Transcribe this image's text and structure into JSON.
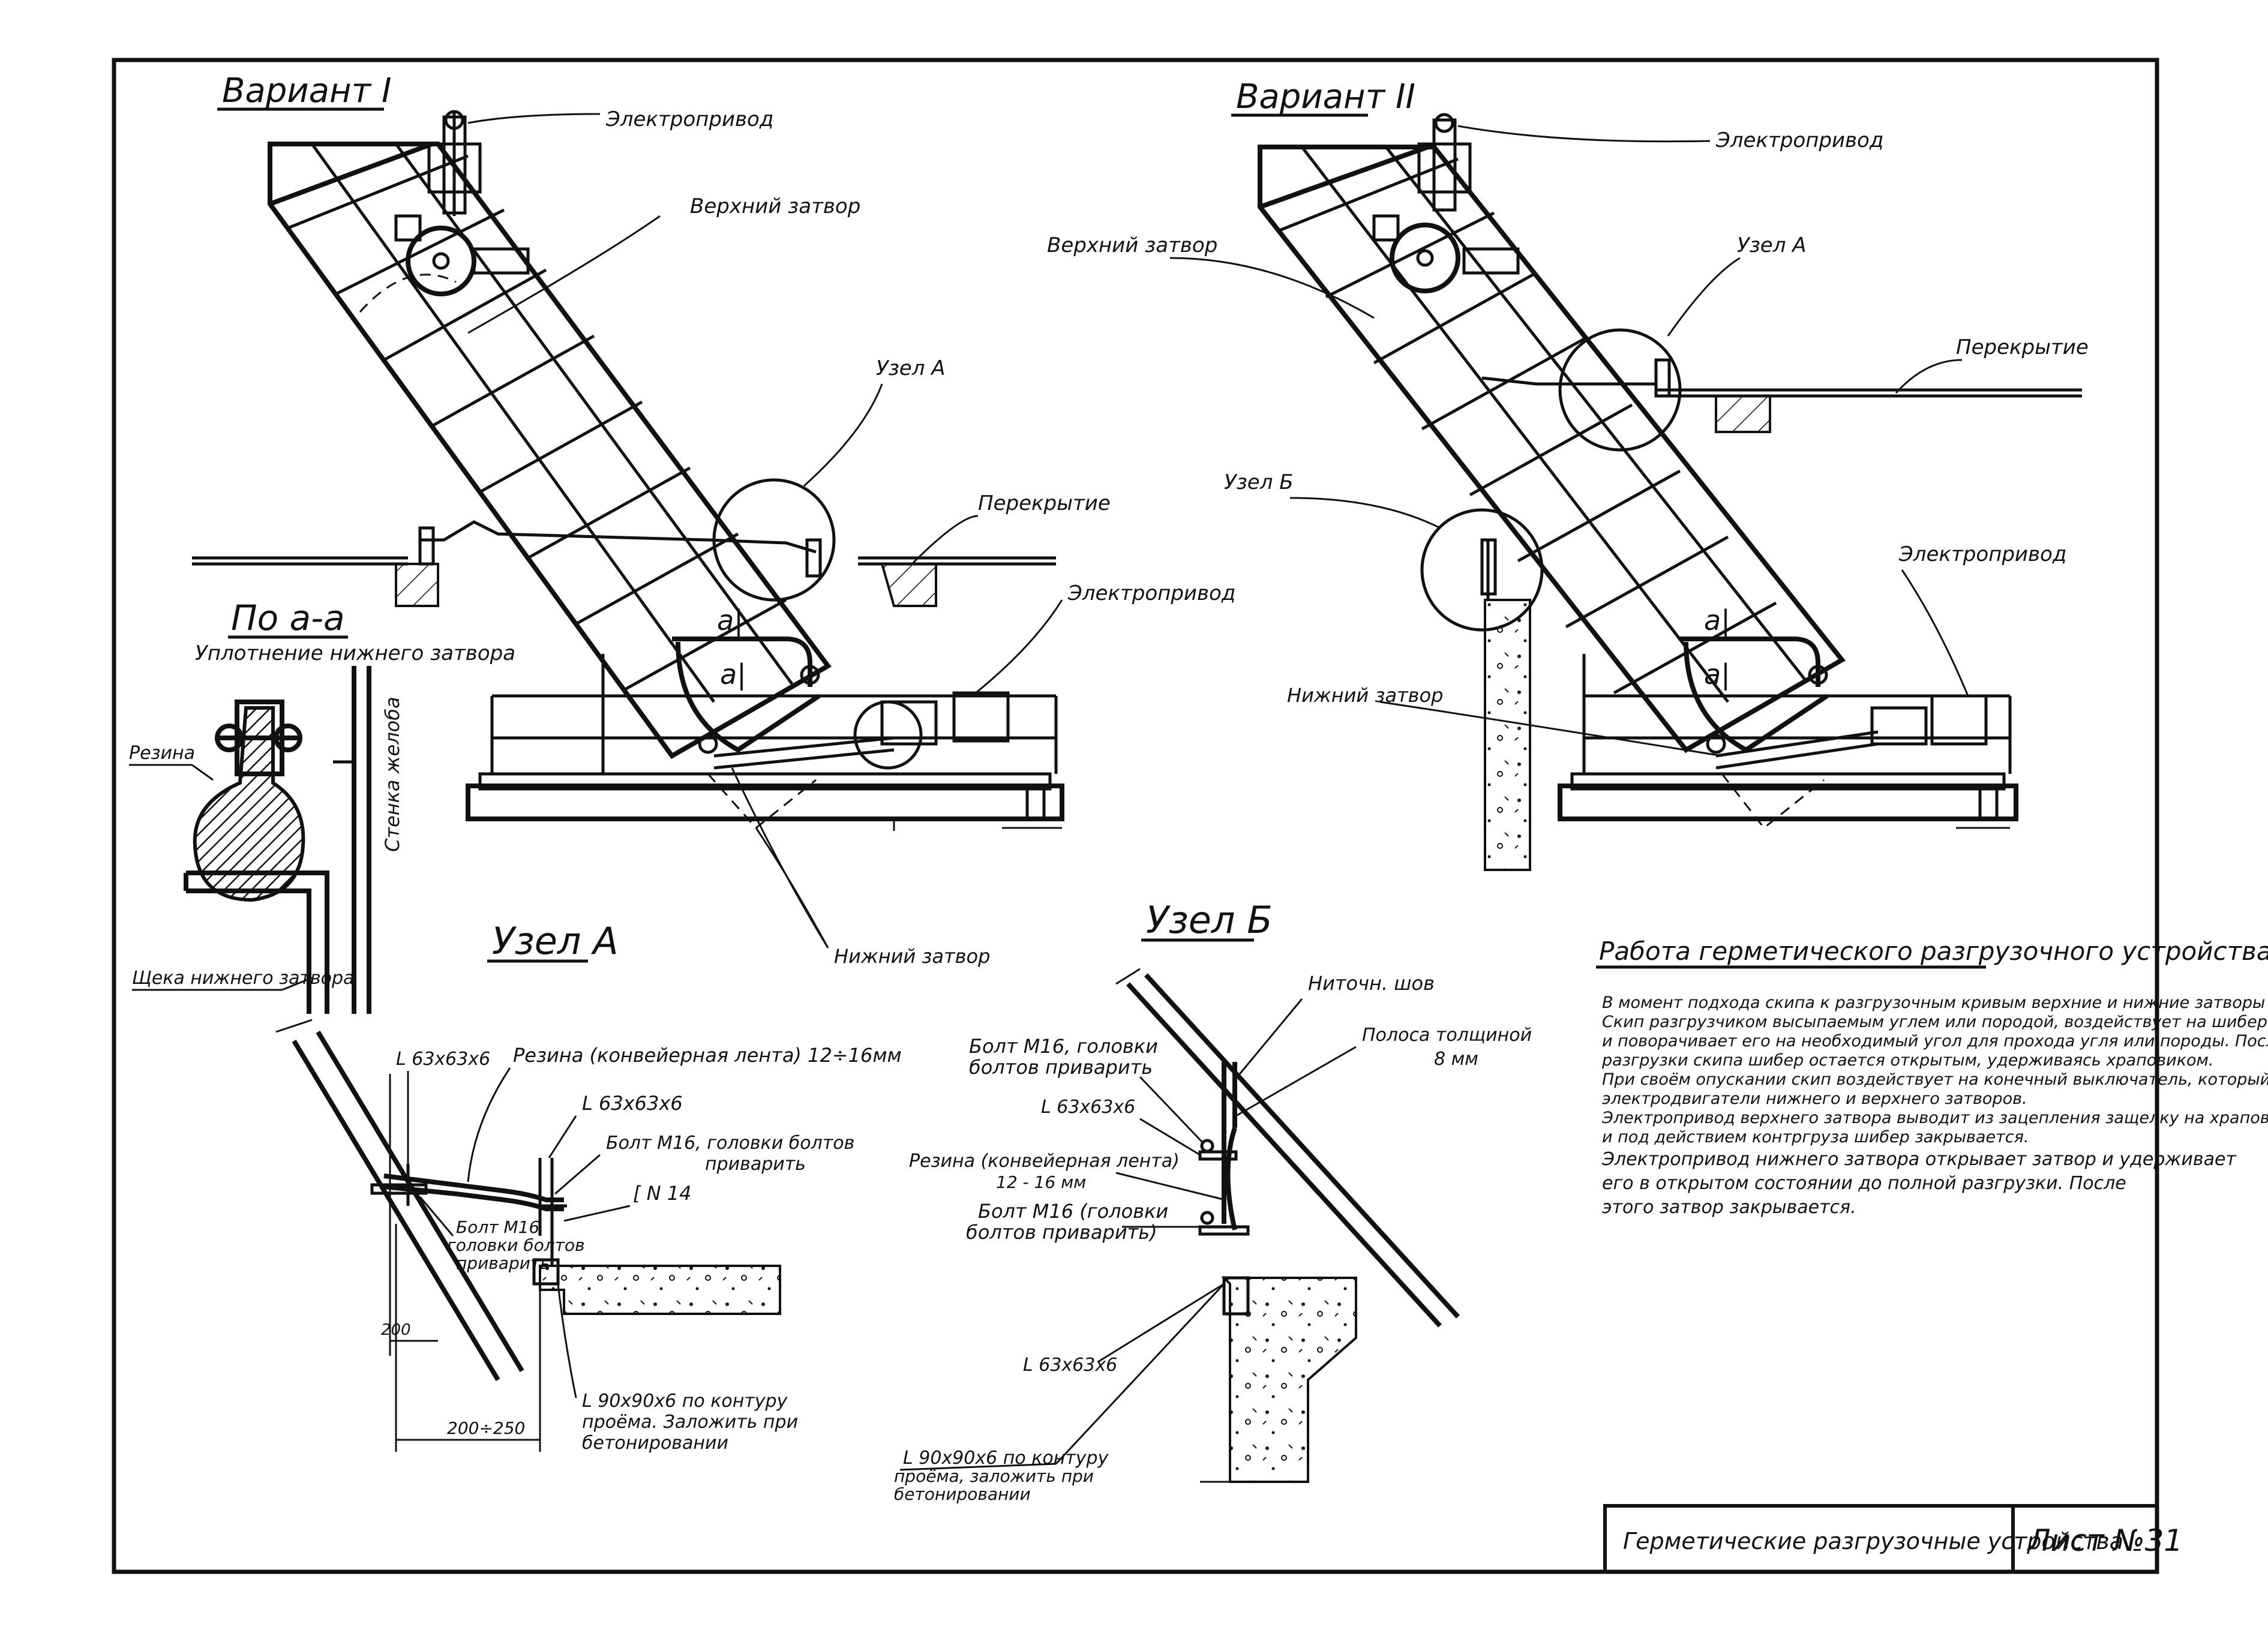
{
  "sheet": {
    "stamp_title": "Герметические разгрузочные устройства",
    "sheet_label": "Лист №31"
  },
  "variant1": {
    "title": "Вариант I",
    "callouts": {
      "drive_top": "Электропривод",
      "upper_gate": "Верхний затвор",
      "node_a": "Узел А",
      "floor": "Перекрытие",
      "drive_bottom": "Электропривод",
      "lower_gate": "Нижний затвор",
      "mark_a1_upper": "a|",
      "mark_a1_lower": "a|"
    }
  },
  "variant2": {
    "title": "Вариант II",
    "callouts": {
      "drive_top": "Электропривод",
      "upper_gate": "Верхний затвор",
      "node_a": "Узел А",
      "floor": "Перекрытие",
      "node_b": "Узел Б",
      "drive_bottom": "Электропривод",
      "lower_gate": "Нижний затвор",
      "mark_a1_upper": "a|",
      "mark_a1_lower": "a|"
    }
  },
  "section_aa": {
    "title": "По а-а",
    "subtitle": "Уплотнение нижнего затвора",
    "rubber": "Резина",
    "chute_wall": "Стенка желоба",
    "gate_cheek": "Щека нижнего затвора"
  },
  "node_a": {
    "title": "Узел А",
    "angle_1": "L 63х63х6",
    "rubber_note": "Резина (конвейерная лента) 12÷16мм",
    "angle_2": "L 63х63х6",
    "bolt_note_1_line1": "Болт М16, головки болтов",
    "bolt_note_1_line2": "приварить",
    "channel": "[ N 14",
    "bolt_note_2_line1": "Болт М16",
    "bolt_note_2_line2": "головки болтов",
    "bolt_note_2_line3": "приварить",
    "dim_200": "200",
    "dim_range": "200÷250",
    "angle_contour_line1": "L 90х90х6  по контуру",
    "angle_contour_line2": "проёма. Заложить при",
    "angle_contour_line3": "бетонировании"
  },
  "node_b": {
    "title": "Узел Б",
    "weld": "Ниточн. шов",
    "strip_line1": "Полоса толщиной",
    "strip_line2": "8 мм",
    "bolt_top_line1": "Болт М16, головки",
    "bolt_top_line2": "болтов приварить",
    "angle_top": "L 63х63х6",
    "rubber_line1": "Резина (конвейерная лента)",
    "rubber_line2": "12 - 16 мм",
    "bolt_bottom_line1": "Болт М16 (головки",
    "bolt_bottom_line2": "болтов приварить)",
    "angle_bottom": "L 63х63х6",
    "angle_contour_line1": "L 90х90х6 по контуру",
    "angle_contour_line2": "проёма, заложить при",
    "angle_contour_line3": "бетонировании"
  },
  "notes": {
    "title": "Работа герметического разгрузочного устройства",
    "lines": [
      "В момент подхода скипа к разгрузочным кривым верхние и нижние затворы закрыты.",
      "Скип разгрузчиком высыпаемым углем или породой, воздействует на шибер верхнего затвора",
      "и поворачивает его на необходимый угол для прохода угля или породы. После",
      "разгрузки скипа шибер остается открытым, удерживаясь храповиком.",
      "При своём опускании скип воздействует на конечный выключатель, который включает",
      "электродвигатели нижнего и верхнего затворов.",
      "Электропривод        верхнего затвора выводит из зацепления защелку на храповике,",
      "и под действием контргруза шибер закрывается.",
      "Электропривод нижнего затвора открывает затвор и удерживает",
      "его  в открытом состоянии  до полной разгрузки.   После",
      "этого  затвор  закрывается."
    ]
  }
}
